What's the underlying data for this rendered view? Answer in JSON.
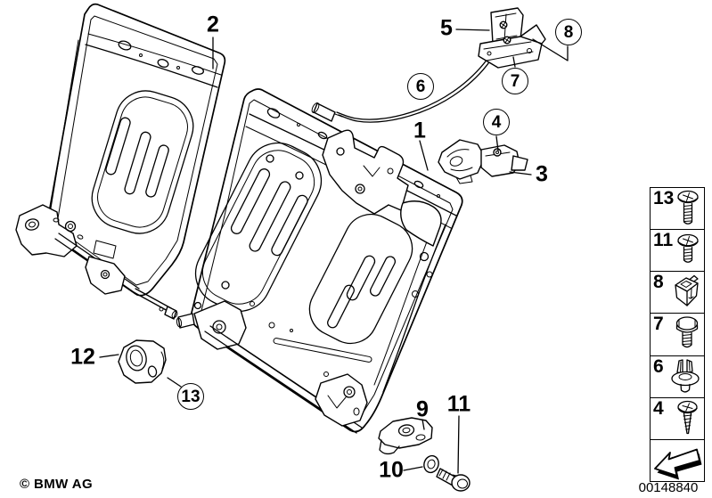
{
  "diagram": {
    "description": "Seat rear backrest frame parts diagram",
    "colors": {
      "line": "#000000",
      "background": "#ffffff"
    }
  },
  "callouts": [
    {
      "label": "2",
      "shape": "plain"
    },
    {
      "label": "5",
      "shape": "plain"
    },
    {
      "label": "8",
      "shape": "circle"
    },
    {
      "label": "6",
      "shape": "circle"
    },
    {
      "label": "7",
      "shape": "circle"
    },
    {
      "label": "4",
      "shape": "circle"
    },
    {
      "label": "1",
      "shape": "plain"
    },
    {
      "label": "3",
      "shape": "plain"
    },
    {
      "label": "12",
      "shape": "plain"
    },
    {
      "label": "13",
      "shape": "circle"
    },
    {
      "label": "9",
      "shape": "plain"
    },
    {
      "label": "11",
      "shape": "plain"
    },
    {
      "label": "10",
      "shape": "plain"
    }
  ],
  "sidebar": {
    "items": [
      {
        "label": "13",
        "icon": "pan-head-screw"
      },
      {
        "label": "11",
        "icon": "pan-head-screw-short"
      },
      {
        "label": "8",
        "icon": "cage-nut-clip"
      },
      {
        "label": "7",
        "icon": "hex-bolt"
      },
      {
        "label": "6",
        "icon": "expansion-rivet"
      },
      {
        "label": "4",
        "icon": "self-tapping-screw"
      }
    ],
    "nav_arrow_icon": "arrow-back"
  },
  "footer": {
    "copyright": "© BMW AG",
    "document_number": "00148840"
  }
}
